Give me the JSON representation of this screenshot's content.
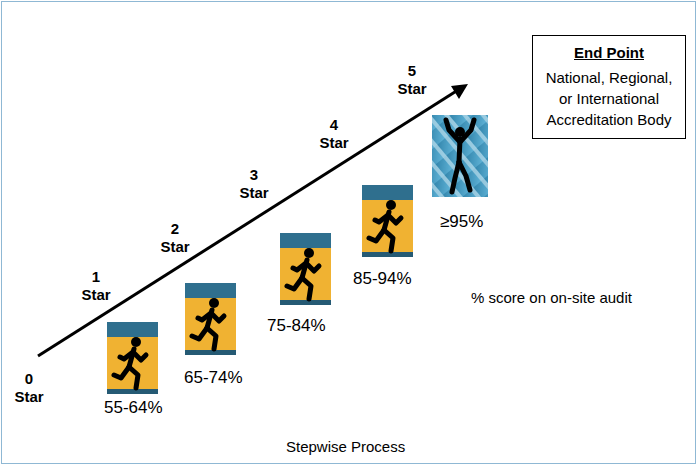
{
  "diagram": {
    "caption": "Stepwise Process",
    "nodes": [
      {
        "text": [
          "End Point",
          "National, Regional, or International Accreditation Body"
        ]
      }
    ],
    "labels": [
      "0 Star",
      "1 Star",
      "2 Star",
      "3 Star",
      "4 Star",
      "5 Star",
      "55-64%",
      "65-74%",
      "75-84%",
      "85-94%",
      "≥95%",
      "% score on on-site audit"
    ]
  }
}
